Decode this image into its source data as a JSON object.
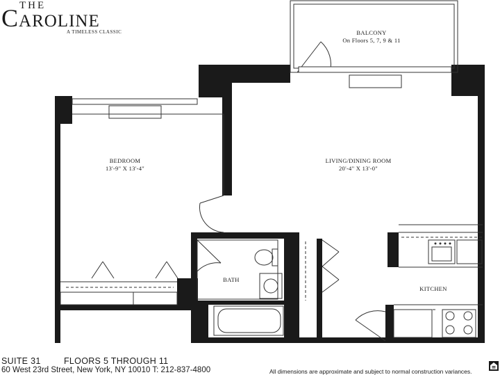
{
  "brand": {
    "the": "THE",
    "name": "Caroline",
    "tagline": "A TIMELESS CLASSIC"
  },
  "rooms": {
    "balcony": {
      "name": "BALCONY",
      "note": "On Floors 5, 7, 9 & 11"
    },
    "bedroom": {
      "name": "BEDROOM",
      "dims": "13'-9\" X 13'-4\""
    },
    "living": {
      "name": "LIVING/DINING ROOM",
      "dims": "20'-4\" X 13'-0\""
    },
    "bath": {
      "name": "BATH"
    },
    "kitchen": {
      "name": "KITCHEN"
    }
  },
  "footer": {
    "suite": "SUITE 31",
    "floors": "FLOORS 5 THROUGH 11",
    "address": "60 West 23rd Street, New York, NY 10010 T: 212-837-4800",
    "disclaimer": "All dimensions are approximate and subject to normal construction variances."
  },
  "colors": {
    "wall": "#1a1a1a",
    "line": "#333333",
    "background": "#ffffff"
  },
  "icons": [
    "equal-housing-opportunity-icon"
  ]
}
